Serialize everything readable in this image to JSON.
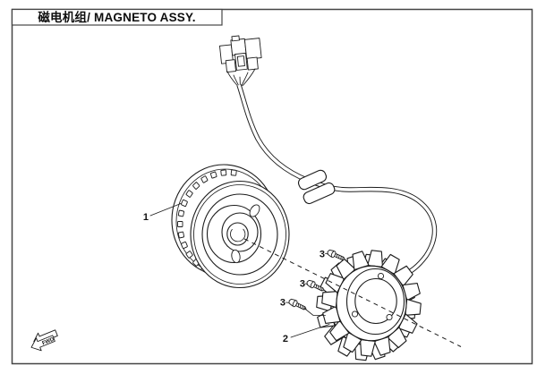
{
  "page": {
    "background": "#ffffff"
  },
  "drawing": {
    "title": "磁电机组/ MAGNETO ASSY.",
    "direction_label": "FWD",
    "callouts": {
      "flywheel": "1",
      "stator": "2",
      "bolt_top": "3",
      "bolt_middle": "3",
      "bolt_bottom": "3"
    },
    "colors": {
      "line": "#1c1c1c",
      "frame": "#454545",
      "background": "#ffffff"
    }
  }
}
